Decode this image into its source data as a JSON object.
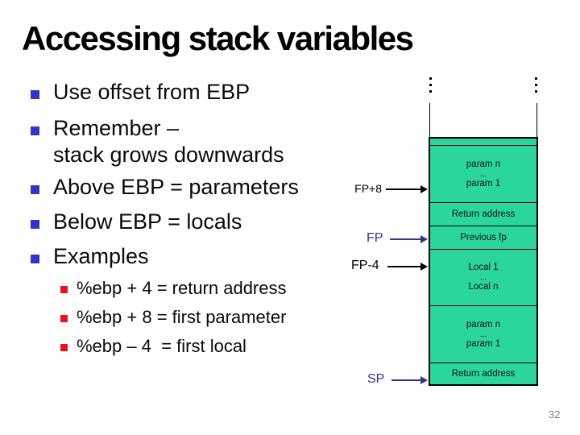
{
  "slide": {
    "title": "Accessing stack variables",
    "page_number": "32"
  },
  "bullets": [
    {
      "text": "Use offset from EBP"
    },
    {
      "text": "Remember –",
      "wrap": "stack grows downwards"
    },
    {
      "text": "Above EBP = parameters"
    },
    {
      "text": "Below EBP = locals"
    },
    {
      "text": "Examples"
    }
  ],
  "sub_bullets": [
    {
      "text": "%ebp + 4 = return address"
    },
    {
      "text": "%ebp + 8 = first parameter"
    },
    {
      "text": "%ebp – 4  = first local"
    }
  ],
  "diagram": {
    "pointers": [
      {
        "label": "FP+8"
      },
      {
        "label": "FP"
      },
      {
        "label": "FP-4"
      },
      {
        "label": "SP"
      }
    ],
    "rows": [
      {
        "lines": [
          "param n",
          "...",
          "param 1"
        ]
      },
      {
        "lines": [
          "Return address"
        ]
      },
      {
        "lines": [
          "Previous fp"
        ]
      },
      {
        "lines": [
          "Local 1",
          "...",
          "Local n"
        ]
      },
      {
        "lines": [
          "param n",
          "...",
          "param 1"
        ]
      },
      {
        "lines": [
          "Return address"
        ]
      }
    ],
    "colors": {
      "cell_fill": "#2bd59e",
      "border": "#000000",
      "pointer_black": "#000000",
      "pointer_navy": "#333388"
    }
  },
  "colors": {
    "bullet_main": "#3333cc",
    "bullet_sub": "#ee1111",
    "page_number": "#808080"
  }
}
